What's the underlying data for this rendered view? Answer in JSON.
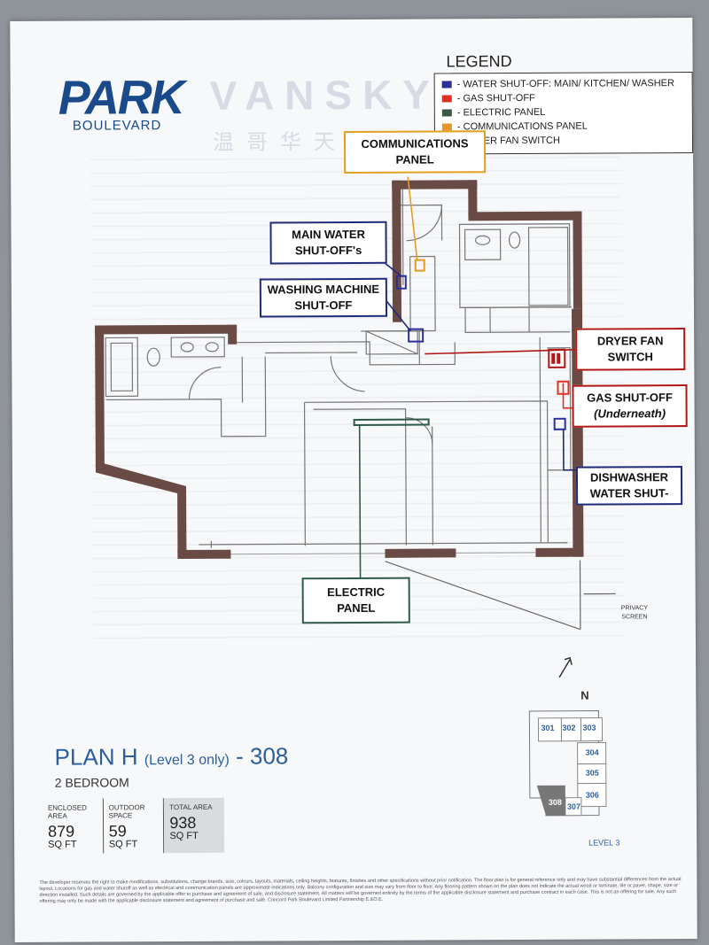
{
  "logo": {
    "main": "PARK",
    "sub": "BOULEVARD"
  },
  "watermark": {
    "main": "VANSKY",
    "sub": "温哥华天空"
  },
  "legend": {
    "title": "LEGEND",
    "items": [
      {
        "color": "#2a2f9a",
        "label": "- WATER SHUT-OFF: MAIN/ KITCHEN/ WASHER"
      },
      {
        "color": "#e03020",
        "label": "- GAS SHUT-OFF"
      },
      {
        "color": "#3a5a48",
        "label": "- ELECTRIC PANEL"
      },
      {
        "color": "#e8962a",
        "label": "- COMMUNICATIONS PANEL"
      },
      {
        "color": "#4a2a22",
        "label": "- DRYER FAN SWITCH"
      }
    ]
  },
  "callouts": {
    "communications": [
      "COMMUNICATIONS",
      "PANEL"
    ],
    "main_water": [
      "MAIN WATER",
      "SHUT-OFF's"
    ],
    "washing_machine": [
      "WASHING MACHINE",
      "SHUT-OFF"
    ],
    "dryer_fan": [
      "DRYER FAN",
      "SWITCH"
    ],
    "gas": [
      "GAS SHUT-OFF",
      "(Underneath)"
    ],
    "dishwasher": [
      "DISHWASHER",
      "WATER SHUT-"
    ],
    "electric": [
      "ELECTRIC",
      "PANEL"
    ]
  },
  "privacy_screen": [
    "PRIVACY",
    "SCREEN"
  ],
  "north": "N",
  "plan": {
    "title": "PLAN H",
    "level_note": "(Level 3 only)",
    "unit": "- 308",
    "bedrooms": "2 BEDROOM"
  },
  "areas": [
    {
      "label": "ENCLOSED AREA",
      "value": "879",
      "unit": "SQ FT"
    },
    {
      "label": "OUTDOOR SPACE",
      "value": "59",
      "unit": "SQ FT"
    },
    {
      "label": "TOTAL AREA",
      "value": "938",
      "unit": "SQ FT"
    }
  ],
  "key_plan": {
    "units": [
      "301",
      "302",
      "303",
      "304",
      "305",
      "306",
      "307",
      "308"
    ],
    "level": "LEVEL 3"
  },
  "footer": "The developer reserves the right to make modifications, substitutions, change brands, size, colours, layouts, materials, ceiling heights, features, finishes and other specifications without prior notification. The floor plan is for general reference only and may have substantial differences from the actual layout. Locations for gas and water shutoff as well as electrical and communication panels are approximate indications only. Balcony configuration and size may vary from floor to floor. Any flooring pattern shown on the plan does not indicate the actual wood or laminate, tile or paver, shape, size or direction installed. Such details are governed by the applicable offer to purchase and agreement of sale, and disclosure statement. All matters will be governed entirely by the terms of the applicable disclosure statement and purchase contract in each case. This is not an offering for sale. Any such offering may only be made with the applicable disclosure statement and agreement of purchase and sale. Concord Park Boulevard Limited Partnership E.&O.E."
}
